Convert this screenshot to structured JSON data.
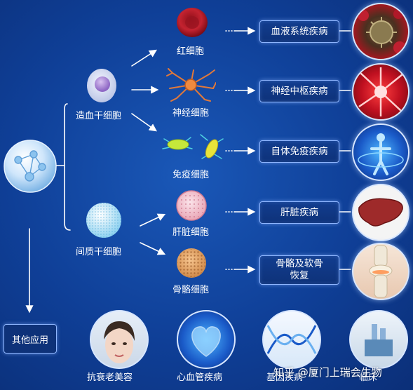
{
  "stem_cells": {
    "hematopoietic": "造血干细胞",
    "mesenchymal": "间质干细胞"
  },
  "cells": {
    "red": "红细胞",
    "nerve": "神经细胞",
    "immune": "免疫细胞",
    "liver": "肝脏细胞",
    "bone": "骨骼细胞"
  },
  "diseases": {
    "blood": "血液系统疾病",
    "nervous": "神经中枢疾病",
    "autoimmune": "自体免疫疾病",
    "liver": "肝脏疾病",
    "bone": "骨骼及软骨\n恢复"
  },
  "other": {
    "title": "其他应用",
    "items": [
      "抗衰老美容",
      "心血管疾病",
      "基因疾病",
      "临床"
    ]
  },
  "watermark": "知乎 @厦门上瑞会生物",
  "icons": [
    "network-sphere-icon",
    "arrow-right-icon",
    "arrow-down-icon"
  ],
  "colors": {
    "background": "#0f3f97",
    "box_border": "#8fb6ff"
  }
}
